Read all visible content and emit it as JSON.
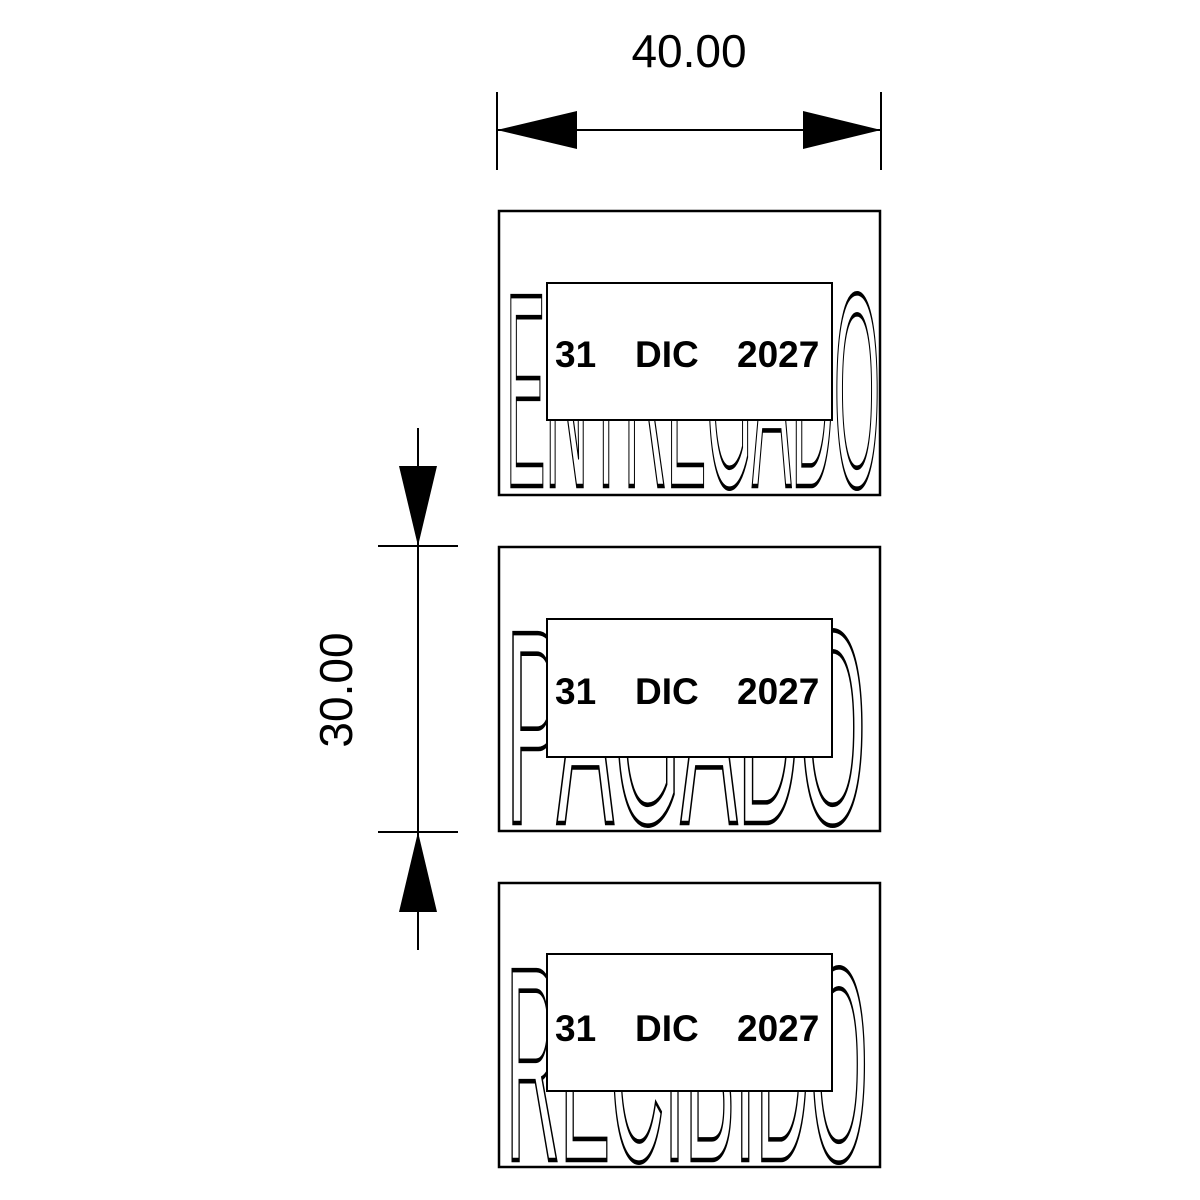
{
  "dimensions": {
    "width_label": "40.00",
    "height_label": "30.00"
  },
  "stamps": [
    {
      "word": "ENTREGADO",
      "date": {
        "day": "31",
        "month": "DIC",
        "year": "2027"
      }
    },
    {
      "word": "PAGADO",
      "date": {
        "day": "31",
        "month": "DIC",
        "year": "2027"
      }
    },
    {
      "word": "RECIBIDO",
      "date": {
        "day": "31",
        "month": "DIC",
        "year": "2027"
      }
    }
  ],
  "colors": {
    "ink": "#000000",
    "paper": "#ffffff"
  }
}
